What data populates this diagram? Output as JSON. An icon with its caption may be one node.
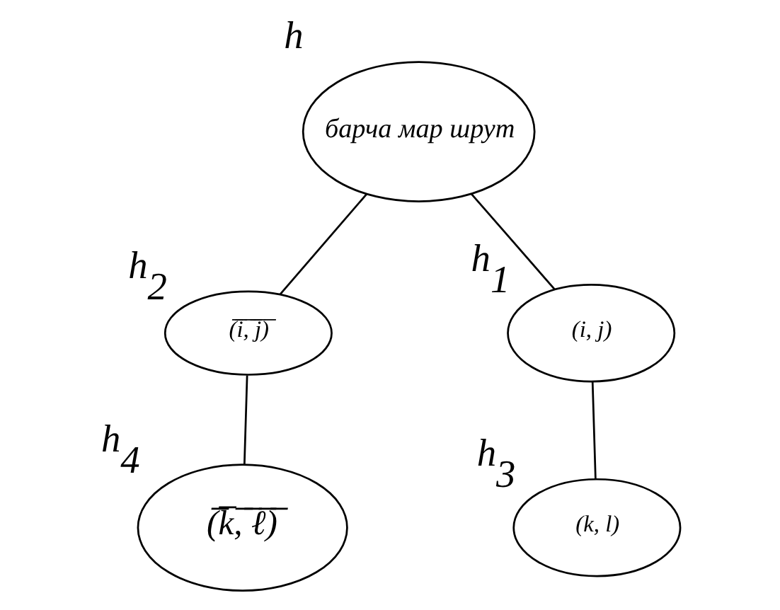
{
  "diagram": {
    "nodes": [
      {
        "text": [
          "барча мар шрут"
        ],
        "beside": [
          "h"
        ]
      },
      {
        "text": [
          "(̅i̅,̅ ̅j̅)̅"
        ],
        "beside": [
          "h$_{2}$"
        ]
      },
      {
        "text": [
          "(i, j)"
        ],
        "beside": [
          "h$_{1}$"
        ]
      },
      {
        "text": [
          "(̅k̅,̅ ̅ℓ̅)̅"
        ],
        "beside": [
          "h$_{4}$"
        ]
      },
      {
        "text": [
          "(k, l)"
        ],
        "beside": [
          "h$_{3}$"
        ]
      }
    ],
    "edges": [
      {
        "from": 0,
        "to": 1,
        "arrow": "none"
      },
      {
        "from": 0,
        "to": 2,
        "arrow": "none"
      },
      {
        "from": 1,
        "to": 3,
        "arrow": "none"
      },
      {
        "from": 2,
        "to": 4,
        "arrow": "none"
      }
    ]
  }
}
